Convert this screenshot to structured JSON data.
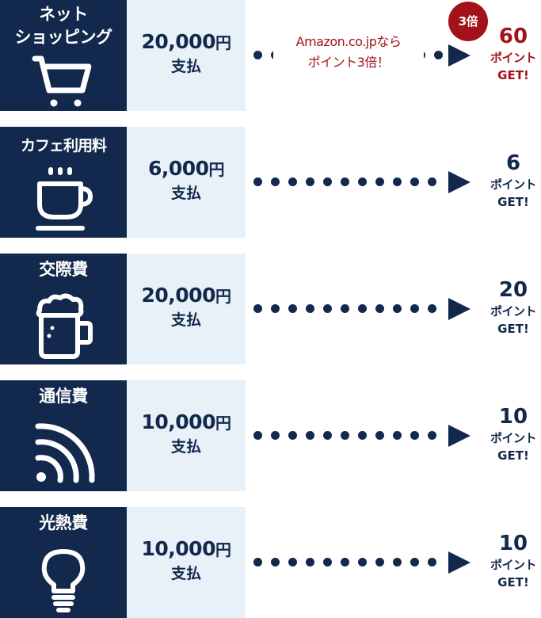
{
  "colors": {
    "navy": "#12284c",
    "light_blue": "#e8f0f8",
    "red": "#a3121a"
  },
  "rows": [
    {
      "category": "ネット\nショッピング",
      "icon": "shopping-cart-icon",
      "amount": "20,000",
      "yen": "円",
      "pay_verb": "支払",
      "promo": "Amazon.co.jpなら\nポイント3倍！",
      "badge": "3倍",
      "points": "60",
      "points_unit": "ポイント",
      "get": "GET!"
    },
    {
      "category": "カフェ利用料",
      "icon": "coffee-cup-icon",
      "amount": "6,000",
      "yen": "円",
      "pay_verb": "支払",
      "points": "6",
      "points_unit": "ポイント",
      "get": "GET!"
    },
    {
      "category": "交際費",
      "icon": "beer-mug-icon",
      "amount": "20,000",
      "yen": "円",
      "pay_verb": "支払",
      "points": "20",
      "points_unit": "ポイント",
      "get": "GET!"
    },
    {
      "category": "通信費",
      "icon": "wifi-signal-icon",
      "amount": "10,000",
      "yen": "円",
      "pay_verb": "支払",
      "points": "10",
      "points_unit": "ポイント",
      "get": "GET!"
    },
    {
      "category": "光熱費",
      "icon": "light-bulb-icon",
      "amount": "10,000",
      "yen": "円",
      "pay_verb": "支払",
      "points": "10",
      "points_unit": "ポイント",
      "get": "GET!"
    }
  ]
}
